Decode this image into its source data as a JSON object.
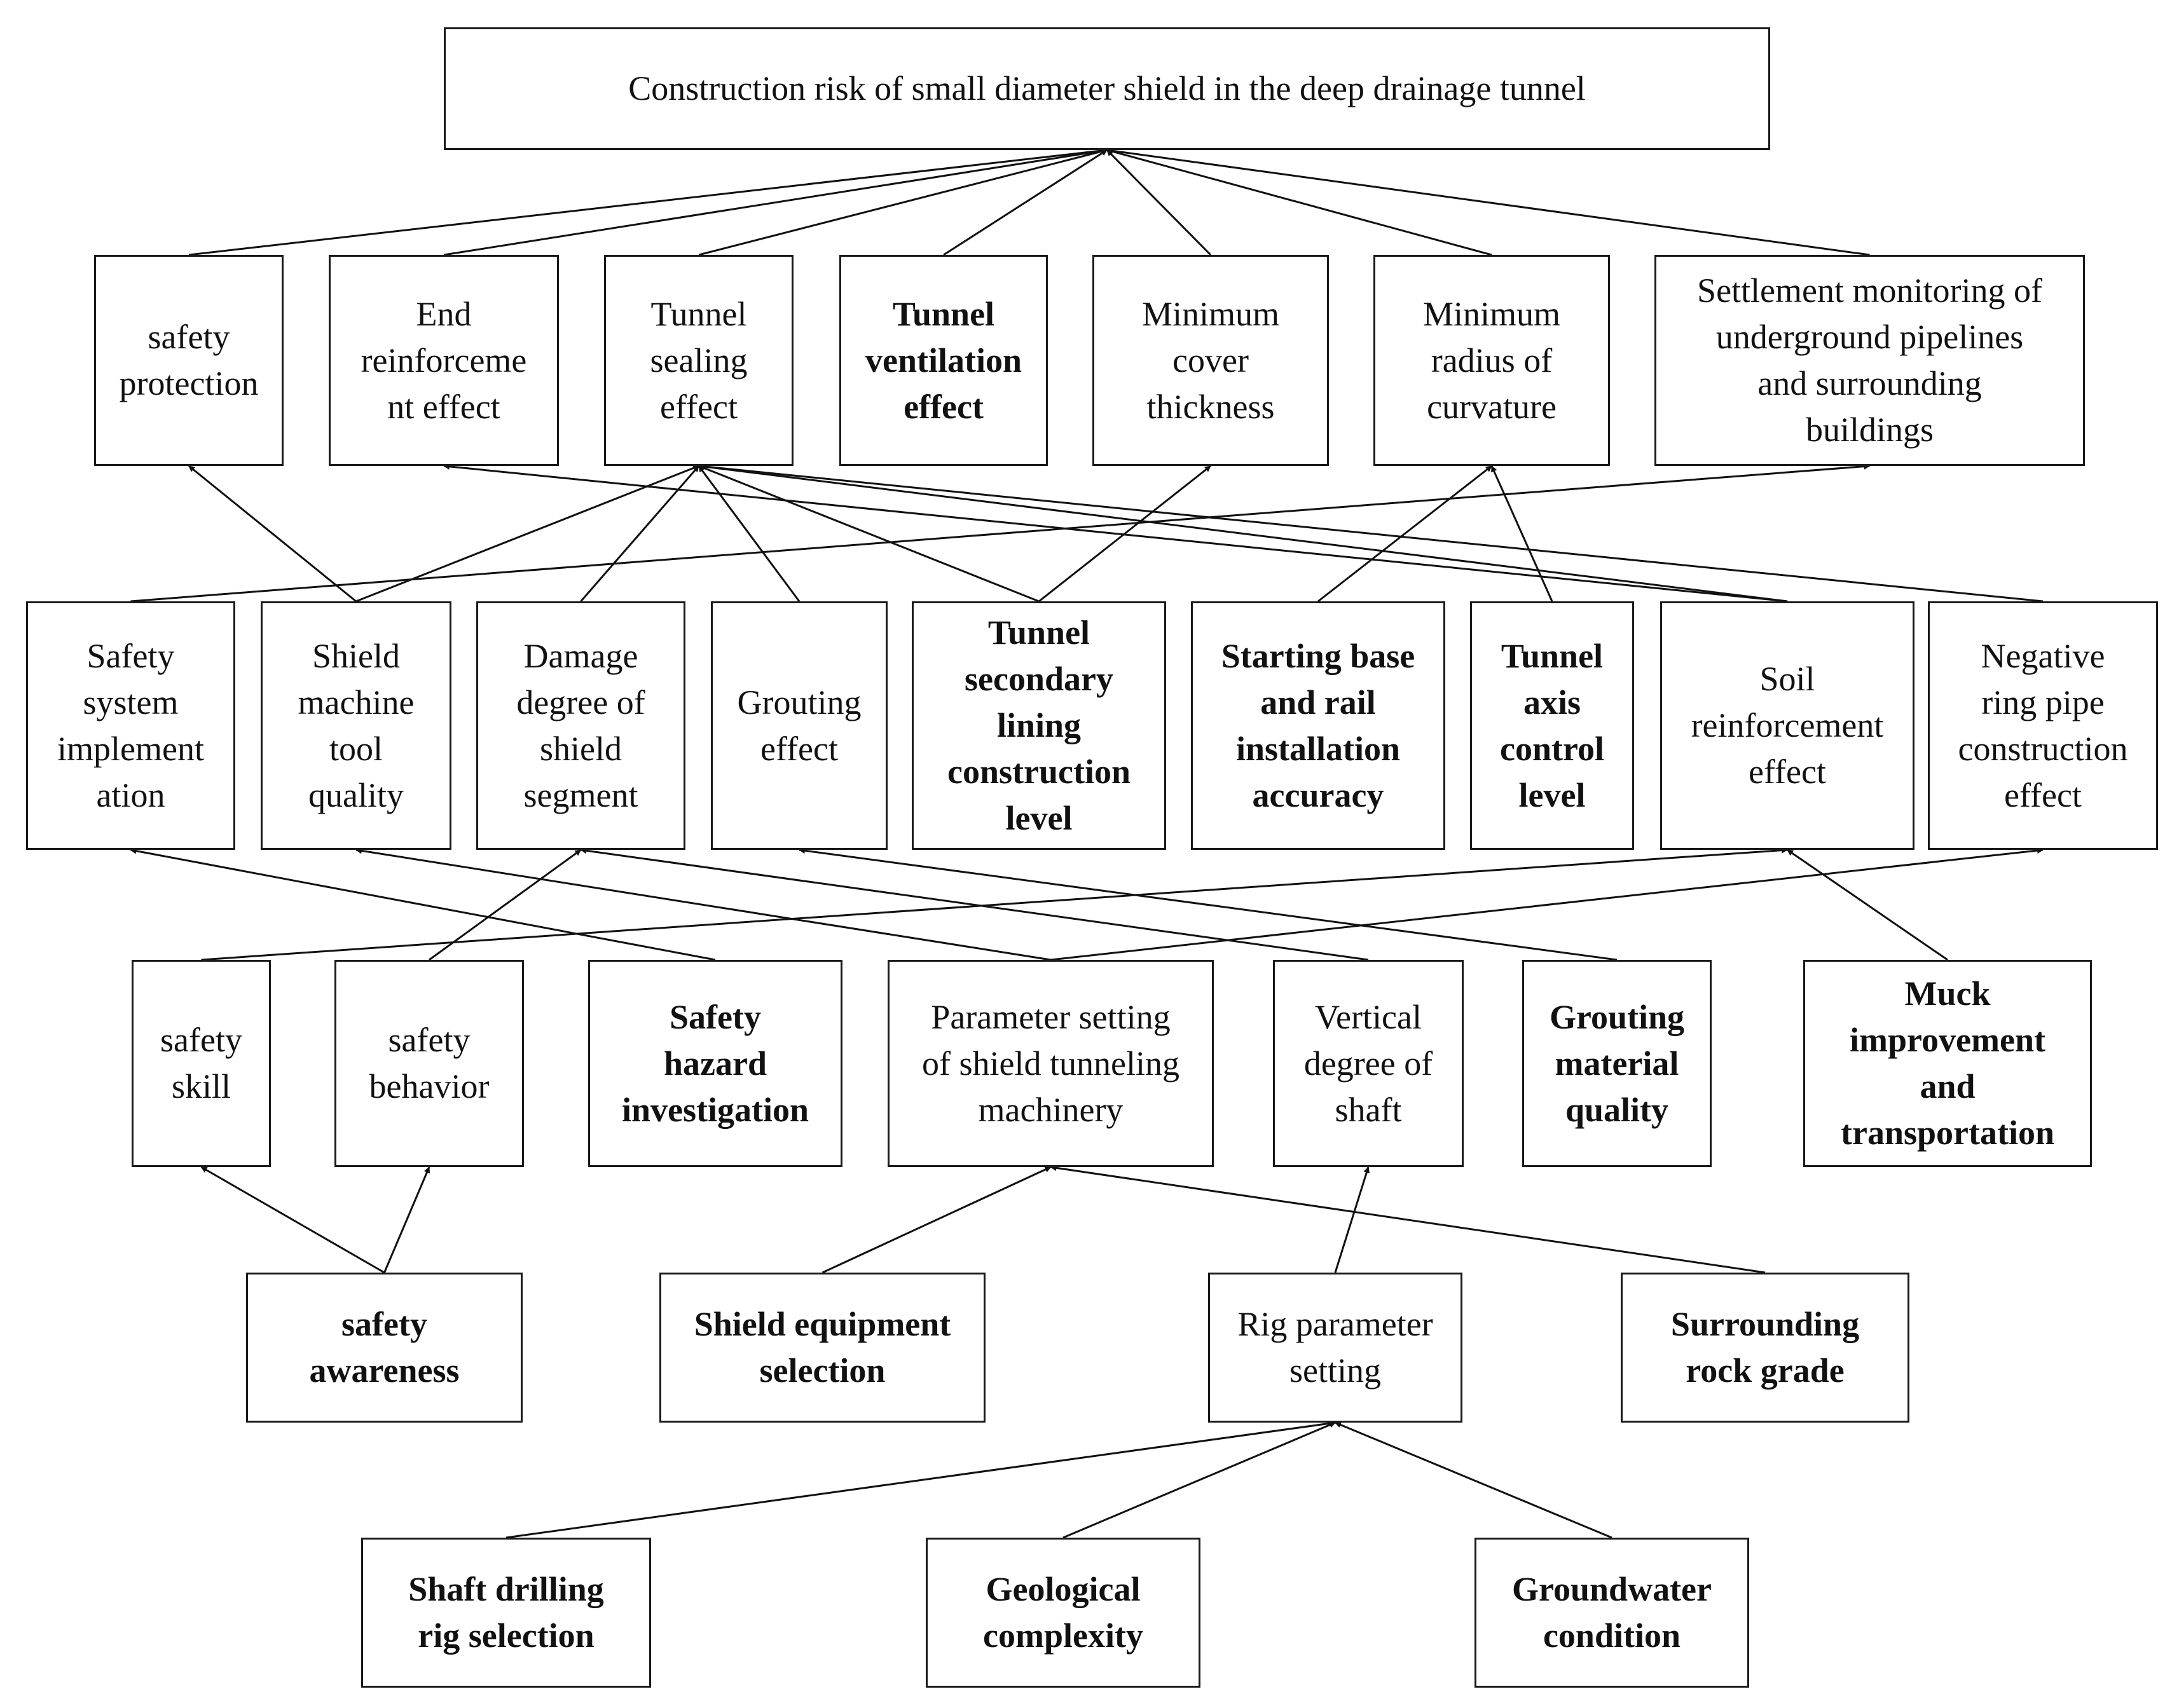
{
  "nodes": {
    "root": {
      "text": "Construction risk of small diameter shield in the deep drainage tunnel",
      "bold": false
    },
    "safety_protection": {
      "text": "safety\nprotection",
      "bold": false
    },
    "end_reinforcement": {
      "text": "End\nreinforceme\nnt effect",
      "bold": false
    },
    "tunnel_sealing": {
      "text": "Tunnel\nsealing\neffect",
      "bold": false
    },
    "tunnel_ventilation": {
      "text": "Tunnel\nventilation\neffect",
      "bold": true
    },
    "min_cover": {
      "text": "Minimum\ncover\nthickness",
      "bold": false
    },
    "min_radius": {
      "text": "Minimum\nradius of\ncurvature",
      "bold": false
    },
    "settlement_monitoring": {
      "text": "Settlement monitoring of\nunderground pipelines\nand surrounding\nbuildings",
      "bold": false
    },
    "safety_system": {
      "text": "Safety\nsystem\nimplement\nation",
      "bold": false
    },
    "shield_tool": {
      "text": "Shield\nmachine\ntool\nquality",
      "bold": false
    },
    "damage_segment": {
      "text": "Damage\ndegree of\nshield\nsegment",
      "bold": false
    },
    "grouting_effect": {
      "text": "Grouting\neffect",
      "bold": false
    },
    "secondary_lining": {
      "text": "Tunnel\nsecondary\nlining\nconstruction\nlevel",
      "bold": true
    },
    "starting_base": {
      "text": "Starting base\nand rail\ninstallation\naccuracy",
      "bold": true
    },
    "axis_control": {
      "text": "Tunnel\naxis\ncontrol\nlevel",
      "bold": true
    },
    "soil_reinforcement": {
      "text": "Soil\nreinforcement\neffect",
      "bold": false
    },
    "negative_ring": {
      "text": "Negative\nring pipe\nconstruction\neffect",
      "bold": false
    },
    "safety_skill": {
      "text": "safety\nskill",
      "bold": false
    },
    "safety_behavior": {
      "text": "safety\nbehavior",
      "bold": false
    },
    "hazard_investigation": {
      "text": "Safety\nhazard\ninvestigation",
      "bold": true
    },
    "parameter_setting": {
      "text": "Parameter setting\nof shield tunneling\nmachinery",
      "bold": false
    },
    "vertical_degree": {
      "text": "Vertical\ndegree of\nshaft",
      "bold": false
    },
    "grouting_material": {
      "text": "Grouting\nmaterial\nquality",
      "bold": true
    },
    "muck_improvement": {
      "text": "Muck\nimprovement\nand\ntransportation",
      "bold": true
    },
    "safety_awareness": {
      "text": "safety\nawareness",
      "bold": true
    },
    "shield_equipment": {
      "text": "Shield equipment\nselection",
      "bold": true
    },
    "rig_parameter": {
      "text": "Rig parameter\nsetting",
      "bold": false
    },
    "surrounding_rock": {
      "text": "Surrounding\nrock grade",
      "bold": true
    },
    "shaft_drilling_rig": {
      "text": "Shaft drilling\nrig selection",
      "bold": true
    },
    "geological_complexity": {
      "text": "Geological\ncomplexity",
      "bold": true
    },
    "groundwater": {
      "text": "Groundwater\ncondition",
      "bold": true
    }
  },
  "edges": [
    [
      "safety_protection",
      "root"
    ],
    [
      "end_reinforcement",
      "root"
    ],
    [
      "tunnel_sealing",
      "root"
    ],
    [
      "tunnel_ventilation",
      "root"
    ],
    [
      "min_cover",
      "root"
    ],
    [
      "min_radius",
      "root"
    ],
    [
      "settlement_monitoring",
      "root"
    ],
    [
      "shield_tool",
      "safety_protection"
    ],
    [
      "shield_tool",
      "tunnel_sealing"
    ],
    [
      "damage_segment",
      "tunnel_sealing"
    ],
    [
      "grouting_effect",
      "tunnel_sealing"
    ],
    [
      "secondary_lining",
      "tunnel_sealing"
    ],
    [
      "soil_reinforcement",
      "tunnel_sealing"
    ],
    [
      "negative_ring",
      "tunnel_sealing"
    ],
    [
      "soil_reinforcement",
      "end_reinforcement"
    ],
    [
      "secondary_lining",
      "min_cover"
    ],
    [
      "starting_base",
      "min_radius"
    ],
    [
      "axis_control",
      "min_radius"
    ],
    [
      "safety_system",
      "settlement_monitoring"
    ],
    [
      "hazard_investigation",
      "safety_system"
    ],
    [
      "safety_behavior",
      "damage_segment"
    ],
    [
      "parameter_setting",
      "shield_tool"
    ],
    [
      "vertical_degree",
      "damage_segment"
    ],
    [
      "grouting_material",
      "grouting_effect"
    ],
    [
      "safety_skill",
      "soil_reinforcement"
    ],
    [
      "parameter_setting",
      "negative_ring"
    ],
    [
      "muck_improvement",
      "soil_reinforcement"
    ],
    [
      "safety_awareness",
      "safety_skill"
    ],
    [
      "safety_awareness",
      "safety_behavior"
    ],
    [
      "shield_equipment",
      "parameter_setting"
    ],
    [
      "surrounding_rock",
      "parameter_setting"
    ],
    [
      "rig_parameter",
      "vertical_degree"
    ],
    [
      "shaft_drilling_rig",
      "rig_parameter"
    ],
    [
      "geological_complexity",
      "rig_parameter"
    ],
    [
      "groundwater",
      "rig_parameter"
    ]
  ]
}
